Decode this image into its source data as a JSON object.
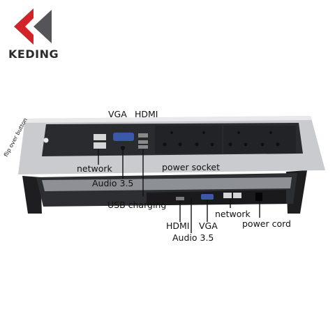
{
  "brand": {
    "name": "KEDING",
    "logo_icon": "double-chevron-left-logo-icon",
    "colors": {
      "red": "#d2232a",
      "dark": "#555559",
      "text": "#2b2b2b"
    }
  },
  "product": {
    "image_icon": "pop-up-desk-socket-icon",
    "body_color": "#c9cbce",
    "panel_color": "#2a2b2f",
    "base_color": "#1e1e20"
  },
  "labels": {
    "flip_over_button": "flip over button",
    "vga_top": "VGA",
    "hdmi_top": "HDMI",
    "network_top": "network",
    "power_socket": "power socket",
    "audio_top": "Audio 3.5",
    "usb_charging": "USB charging",
    "hdmi_bottom": "HDMI",
    "vga_bottom": "VGA",
    "network_bottom": "network",
    "power_cord": "power cord",
    "audio_bottom": "Audio 3.5"
  }
}
